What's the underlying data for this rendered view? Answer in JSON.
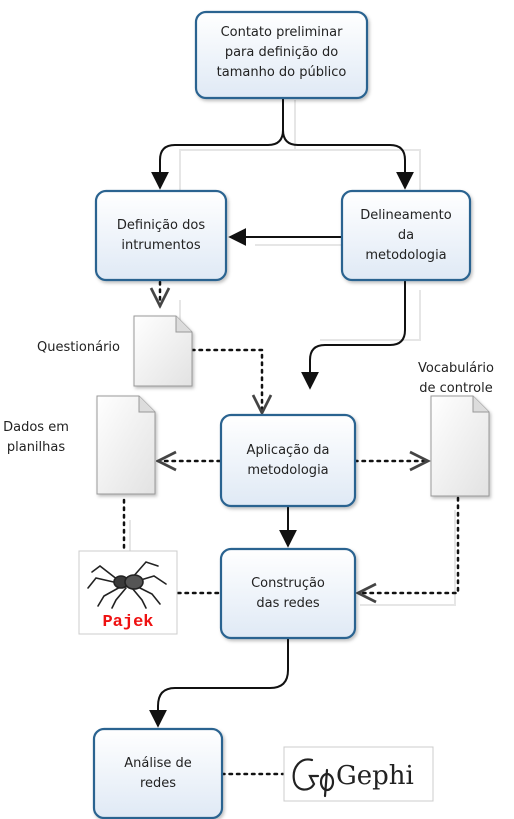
{
  "nodes": {
    "contato": [
      "Contato preliminar",
      "para definição do",
      "tamanho do público"
    ],
    "definicao": [
      "Definição dos",
      "intrumentos"
    ],
    "delineamento": [
      "Delineamento",
      "da",
      "metodologia"
    ],
    "aplicacao": [
      "Aplicação da",
      "metodologia"
    ],
    "construcao": [
      "Construção",
      "das redes"
    ],
    "analise": [
      "Análise de",
      "redes"
    ]
  },
  "documents": {
    "questionario": [
      "Questionário"
    ],
    "dados": [
      "Dados em",
      "planilhas"
    ],
    "vocabulario": [
      "Vocabulário",
      "de controle"
    ]
  },
  "logos": {
    "pajek": "Pajek",
    "gephi": "Gephi"
  },
  "colors": {
    "node_border": "#2a6390",
    "node_fill_top": "#ffffff",
    "node_fill_bottom": "#dfe9f5",
    "arrow": "#111111",
    "doc_fill": "#f2f2f2",
    "pajek_red": "#ee1111"
  },
  "icons": {
    "document": "document-icon",
    "pajek_logo": "spider-icon",
    "gephi_logo": "gephi-icon"
  }
}
